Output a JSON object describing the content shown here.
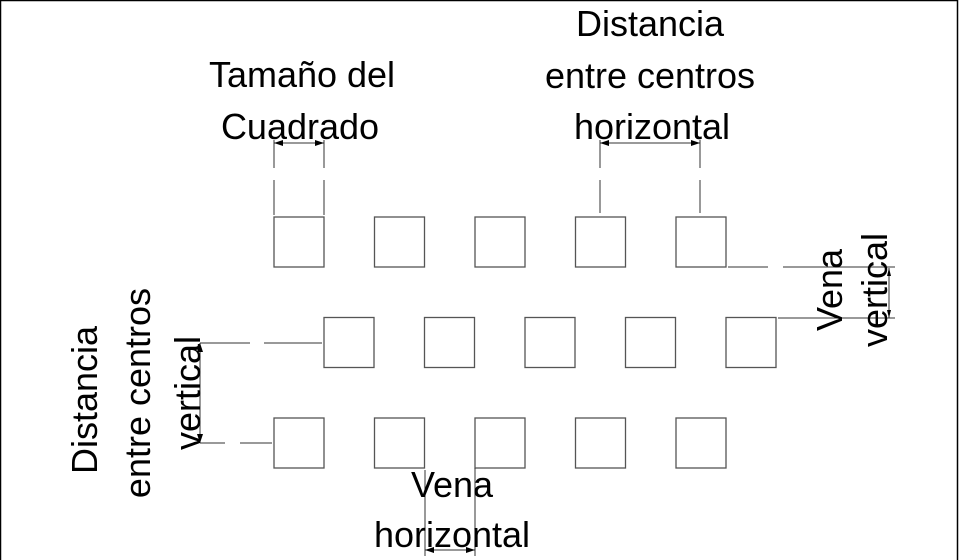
{
  "labels": {
    "square_size": [
      "Tamaño del",
      "Cuadrado"
    ],
    "horizontal_spacing": [
      "Distancia",
      "entre centros",
      "horizontal"
    ],
    "vertical_vein": [
      "Vena",
      "vertical"
    ],
    "vertical_spacing": [
      "Distancia",
      "entre centros",
      "vertical"
    ],
    "horizontal_vein": [
      "Vena",
      "horizontal"
    ]
  },
  "grid": {
    "rows": 3,
    "columns": 5,
    "pattern": "staggered"
  },
  "colors": {
    "line": "#555555",
    "text": "#000000",
    "background": "#ffffff"
  }
}
